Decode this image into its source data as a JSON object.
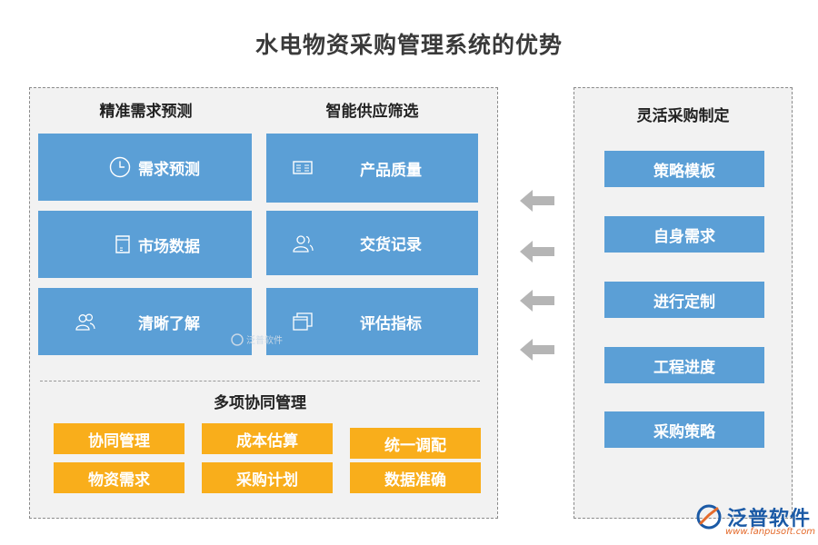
{
  "title": "水电物资采购管理系统的优势",
  "left": {
    "col1_heading": "精准需求预测",
    "col2_heading": "智能供应筛选",
    "col1_items": [
      "需求预测",
      "市场数据",
      "清晰了解"
    ],
    "col2_items": [
      "产品质量",
      "交货记录",
      "评估指标"
    ],
    "bottom_heading": "多项协同管理",
    "bottom_items": [
      [
        "协同管理",
        "成本估算",
        "统一调配"
      ],
      [
        "物资需求",
        "采购计划",
        "数据准确"
      ]
    ]
  },
  "right": {
    "heading": "灵活采购制定",
    "items": [
      "策略模板",
      "自身需求",
      "进行定制",
      "工程进度",
      "采购策略"
    ]
  },
  "watermark": {
    "center_text": "泛普软件"
  },
  "brand": {
    "name": "泛普软件",
    "url": "www.fanpusoft.com"
  },
  "colors": {
    "blue": "#5b9fd6",
    "orange": "#f9ae1b",
    "panel": "#f2f2f2",
    "arrow": "#b5b5b5",
    "brand": "#1b5aa6"
  },
  "icons": {
    "col1": [
      "clock-icon",
      "document-icon",
      "people-icon"
    ],
    "col2": [
      "presentation-board-icon",
      "person-icon",
      "windows-icon"
    ],
    "arrow": "arrow-left-icon"
  }
}
